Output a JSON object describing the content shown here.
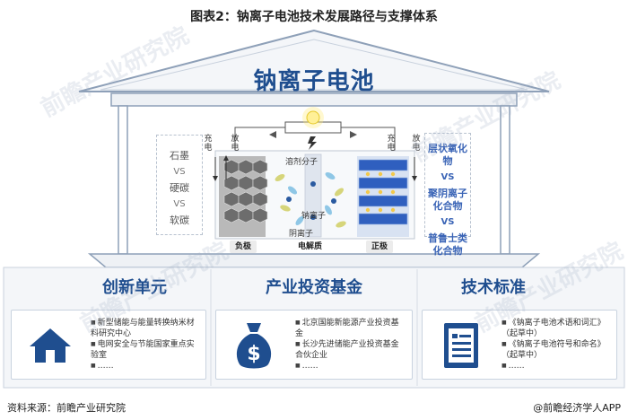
{
  "figure_title": "图表2：钠离子电池技术发展路径与支撑体系",
  "roof_title": "钠离子电池",
  "anode_materials": [
    "石墨",
    "VS",
    "硬碳",
    "VS",
    "软碳"
  ],
  "cathode_materials": [
    "层状氧化物",
    "VS",
    "聚阴离子化合物",
    "VS",
    "普鲁士类化合物"
  ],
  "cell_labels": {
    "left_electrode_top": "充电",
    "left_electrode_side": "放电",
    "right_electrode": "充电",
    "right_discharge": "放电",
    "solvent": "溶剂分子",
    "sodium_ion": "钠离子",
    "anion": "阴离子",
    "negative": "负极",
    "electrolyte": "电解质",
    "positive": "正极"
  },
  "pillars": [
    {
      "title": "创新单元",
      "icon": "house-icon",
      "items": [
        "新型储能与能量转换纳米材料研究中心",
        "电网安全与节能国家重点实验室",
        "……"
      ]
    },
    {
      "title": "产业投资基金",
      "icon": "money-bag-icon",
      "items": [
        "北京国能新能源产业投资基金",
        "长沙先进储能产业投资基金合伙企业",
        "……"
      ]
    },
    {
      "title": "技术标准",
      "icon": "document-icon",
      "items": [
        "《钠离子电池术语和词汇》（起草中）",
        "《钠离子电池符号和命名》（起草中）",
        "……"
      ]
    }
  ],
  "source": "资料来源：前瞻产业研究院",
  "credit": "@前瞻经济学人APP",
  "watermark": "前瞻产业研究院",
  "colors": {
    "primary": "#1f4e8f",
    "cathode_text": "#3a64b6",
    "roof_border": "#8ea0b8"
  }
}
